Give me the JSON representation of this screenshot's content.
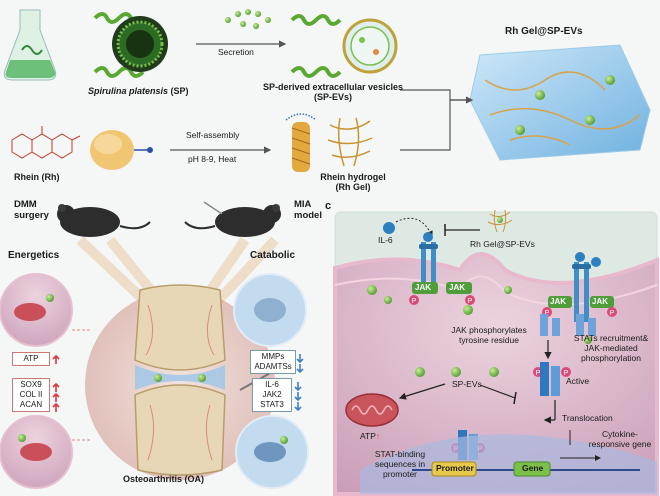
{
  "top": {
    "secretion": "Secretion",
    "sp_label_italic": "Spirulina platensis",
    "sp_label_abbr": " (SP)",
    "spevs_line1": "SP-derived extracellular vesicles",
    "spevs_line2": "(SP-EVs)",
    "rhgel_title": "Rh Gel@SP-EVs",
    "self_assembly": "Self-assembly",
    "ph_heat": "pH 8-9, Heat",
    "rhein_label": "Rhein (Rh)",
    "hydrogel_line1": "Rhein hydrogel",
    "hydrogel_line2": "(Rh Gel)"
  },
  "left": {
    "dmm_line1": "DMM",
    "dmm_line2": "surgery",
    "mia_line1": "MIA",
    "mia_line2": "model",
    "energetics": "Energetics",
    "catabolic": "Catabolic",
    "atp": "ATP",
    "sox9": "SOX9",
    "col2": "COL II",
    "acan": "ACAN",
    "mmps": "MMPs",
    "adamts": "ADAMTSs",
    "il6": "IL-6",
    "jak2": "JAK2",
    "stat3": "STAT3",
    "oa": "Osteoarthritis (OA)"
  },
  "panel_c": {
    "letter": "c",
    "il6": "IL-6",
    "rhgel": "Rh Gel@SP-EVs",
    "jak": "JAK",
    "p": "P",
    "jak_phos_line1": "JAK phosphorylates",
    "jak_phos_line2": "tyrosine residue",
    "stats_line1": "STATs recruitment&",
    "stats_line2": "JAK-mediated",
    "stats_line3": "phosphorylation",
    "active": "Active",
    "spevs": "SP-EVs",
    "translocation": "Translocation",
    "atp": "ATP",
    "cytokine_line1": "Cytokine-",
    "cytokine_line2": "responsive gene",
    "statbind_line1": "STAT-binding",
    "statbind_line2": "sequences in",
    "statbind_line3": "promoter",
    "promoter": "Promoter",
    "gene": "Gene"
  },
  "colors": {
    "background": "#f4f7f5",
    "cell_pink": "#d9b7c8",
    "cell_dark": "#b98aa6",
    "ev_green": "#7cc04a",
    "receptor_blue": "#3f8fc7",
    "jak_green": "#4f9e3a",
    "hydrogel_blue": "#8fc5ea",
    "rhein_orange": "#e8b44a",
    "joint_red": "#b5484b",
    "up_arrow": "#d9363e",
    "down_arrow": "#3f7fc7"
  }
}
